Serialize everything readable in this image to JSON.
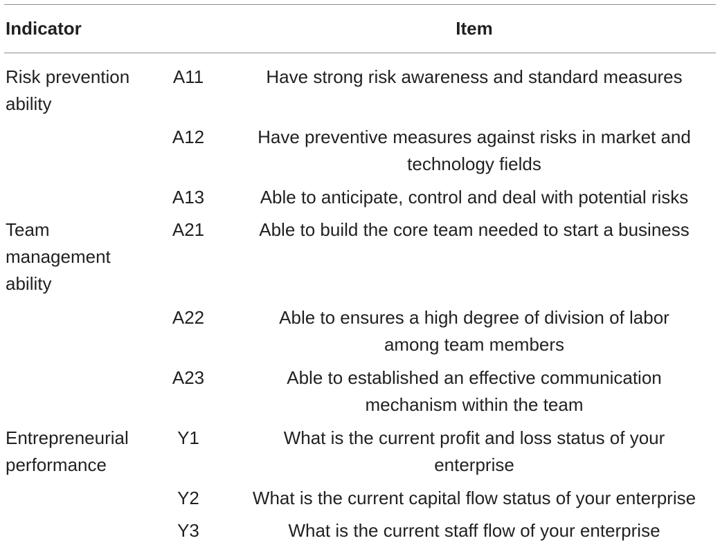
{
  "table": {
    "header": {
      "indicator": "Indicator",
      "item": "Item"
    },
    "groups": [
      {
        "indicator": "Risk prevention ability",
        "indicator_lines": [
          "Risk prevention",
          "ability"
        ],
        "rows": [
          {
            "code": "A11",
            "lines": [
              "Have strong risk awareness and standard measures"
            ]
          },
          {
            "code": "A12",
            "lines": [
              "Have preventive measures against risks in market and",
              "technology fields"
            ]
          },
          {
            "code": "A13",
            "lines": [
              "Able to anticipate, control and deal with potential risks"
            ]
          }
        ]
      },
      {
        "indicator": "Team management ability",
        "indicator_lines": [
          "Team",
          "management",
          "ability"
        ],
        "rows": [
          {
            "code": "A21",
            "lines": [
              "Able to build the core team needed to start a business"
            ]
          },
          {
            "code": "A22",
            "lines": [
              "Able to ensures a high degree of division of labor",
              "among team members"
            ]
          },
          {
            "code": "A23",
            "lines": [
              "Able to established an effective communication",
              "mechanism within the team"
            ]
          }
        ]
      },
      {
        "indicator": "Entrepreneurial performance",
        "indicator_lines": [
          "Entrepreneurial",
          "performance"
        ],
        "rows": [
          {
            "code": "Y1",
            "lines": [
              "What is the current profit and loss status of your",
              "enterprise"
            ]
          },
          {
            "code": "Y2",
            "lines": [
              "What is the current capital flow status of your enterprise"
            ]
          },
          {
            "code": "Y3",
            "lines": [
              "What is the current staff flow of your enterprise"
            ]
          }
        ]
      }
    ]
  }
}
